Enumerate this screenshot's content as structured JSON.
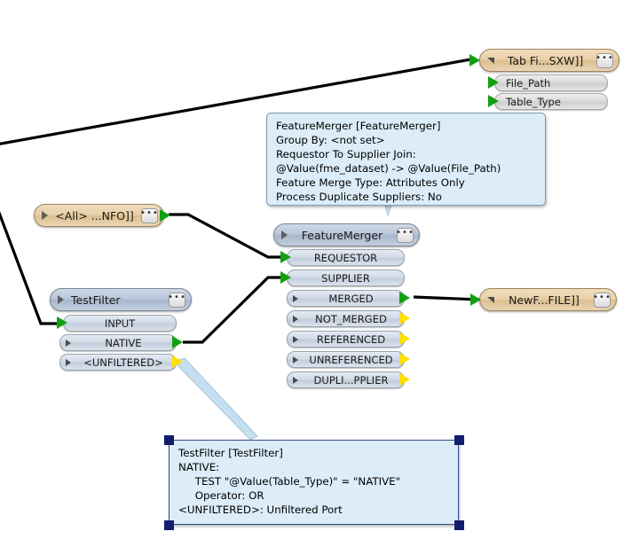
{
  "app": {
    "canvas_name": "fme-workspace-canvas",
    "background": "#ffffff"
  },
  "colors": {
    "reader_header": "#e8cfa6",
    "transformer_header": "#b9c6d8",
    "port_blue": "#d2dbe7",
    "port_gray": "#dcdcdc",
    "annotation_fill": "#dcecf8",
    "annotation_border": "#7e9ab0",
    "selection_handle": "#141c6e",
    "arrow_green": "#12a012",
    "arrow_yellow": "#ffe000",
    "connection_line": "#000000",
    "leader_line": "#b9d6ea"
  },
  "nodes": {
    "tab_file": {
      "title": "Tab Fi...SXW]]",
      "type": "reader",
      "collapse_icon": "triangle-collapse-icon",
      "menu_icon": "ellipsis-icon",
      "menu_label": "•••",
      "ports": [
        {
          "label": "File_Path",
          "direction": "output",
          "arrow": "green"
        },
        {
          "label": "Table_Type",
          "direction": "output",
          "arrow": "green"
        }
      ]
    },
    "all_info": {
      "title": "<All> ...NFO]]",
      "type": "reader",
      "expand_icon": "triangle-right-icon",
      "menu_icon": "ellipsis-icon",
      "menu_label": "•••",
      "ports": []
    },
    "feature_merger": {
      "title": "FeatureMerger",
      "type": "transformer",
      "expand_icon": "triangle-right-icon",
      "menu_icon": "ellipsis-icon",
      "menu_label": "•••",
      "ports": [
        {
          "label": "REQUESTOR",
          "direction": "input",
          "arrow": "green"
        },
        {
          "label": "SUPPLIER",
          "direction": "input",
          "arrow": "green"
        },
        {
          "label": "MERGED",
          "direction": "output",
          "arrow": "green"
        },
        {
          "label": "NOT_MERGED",
          "direction": "output",
          "arrow": "yellow"
        },
        {
          "label": "REFERENCED",
          "direction": "output",
          "arrow": "yellow"
        },
        {
          "label": "UNREFERENCED",
          "direction": "output",
          "arrow": "yellow"
        },
        {
          "label": "DUPLI...PPLIER",
          "direction": "output",
          "arrow": "yellow"
        }
      ]
    },
    "test_filter": {
      "title": "TestFilter",
      "type": "transformer",
      "expand_icon": "triangle-right-icon",
      "menu_icon": "ellipsis-icon",
      "menu_label": "•••",
      "ports": [
        {
          "label": "INPUT",
          "direction": "input",
          "arrow": "green"
        },
        {
          "label": "NATIVE",
          "direction": "output",
          "arrow": "green"
        },
        {
          "label": "<UNFILTERED>",
          "direction": "output",
          "arrow": "yellow"
        }
      ]
    },
    "new_file": {
      "title": "NewF...FILE]]",
      "type": "reader",
      "collapse_icon": "triangle-collapse-icon",
      "menu_icon": "ellipsis-icon",
      "menu_label": "•••",
      "ports": []
    }
  },
  "annotations": {
    "feature_merger_note": {
      "selected": false,
      "text": "FeatureMerger [FeatureMerger]\nGroup By: <not set>\nRequestor To Supplier Join:\n@Value(fme_dataset) -> @Value(File_Path)\nFeature Merge Type: Attributes Only\nProcess Duplicate Suppliers: No"
    },
    "test_filter_note": {
      "selected": true,
      "text": "TestFilter [TestFilter]\nNATIVE:\n     TEST \"@Value(Table_Type)\" = \"NATIVE\"\n     Operator: OR\n<UNFILTERED>: Unfiltered Port"
    }
  }
}
